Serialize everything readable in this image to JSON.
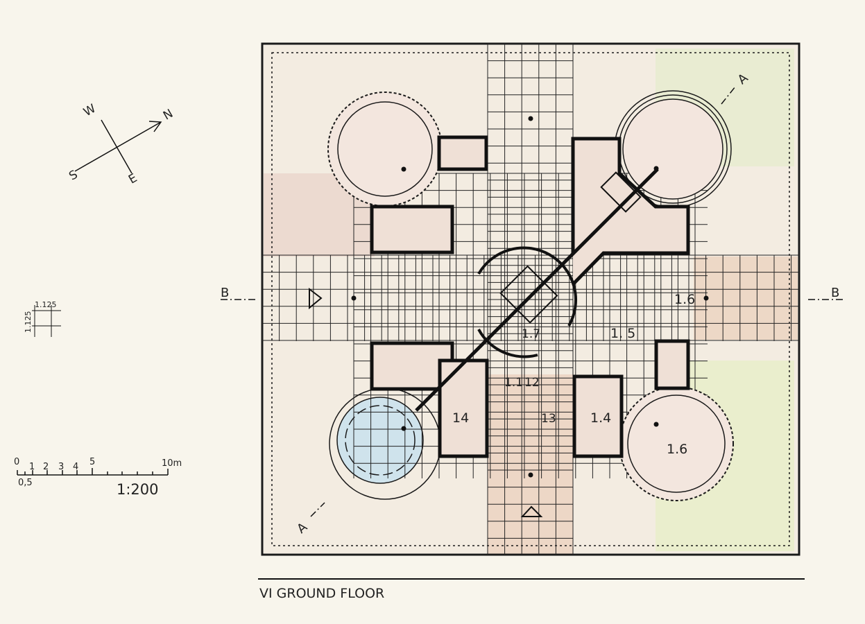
{
  "title": "VI GROUND FLOOR",
  "scale": {
    "ratio": "1:200",
    "ticks": [
      "0",
      "0,5",
      "1",
      "2",
      "3",
      "4",
      "5",
      "10m"
    ]
  },
  "compass": {
    "n": "N",
    "s": "S",
    "e": "E",
    "w": "W"
  },
  "grid_module": {
    "horizontal": "1.125",
    "vertical": "1.125"
  },
  "section_markers": {
    "a_top": "A",
    "a_bottom": "A",
    "b_left": "B",
    "b_right": "B"
  },
  "rooms": {
    "r11": "1.1",
    "r12": "12",
    "r13": "13",
    "r14_left": "14",
    "r14_right": "1.4",
    "r15": "1. 5",
    "r16_top": "1.6",
    "r16_bottom": "1.6",
    "r17": "1.7"
  },
  "colors": {
    "paper": "#f8f5ec",
    "ink": "#1a1a1a",
    "pink_wash": "#ead3c6",
    "orange_pencil": "#c8643c",
    "green_wash": "#dfeac0",
    "blue_pool": "#cfe3ec"
  }
}
